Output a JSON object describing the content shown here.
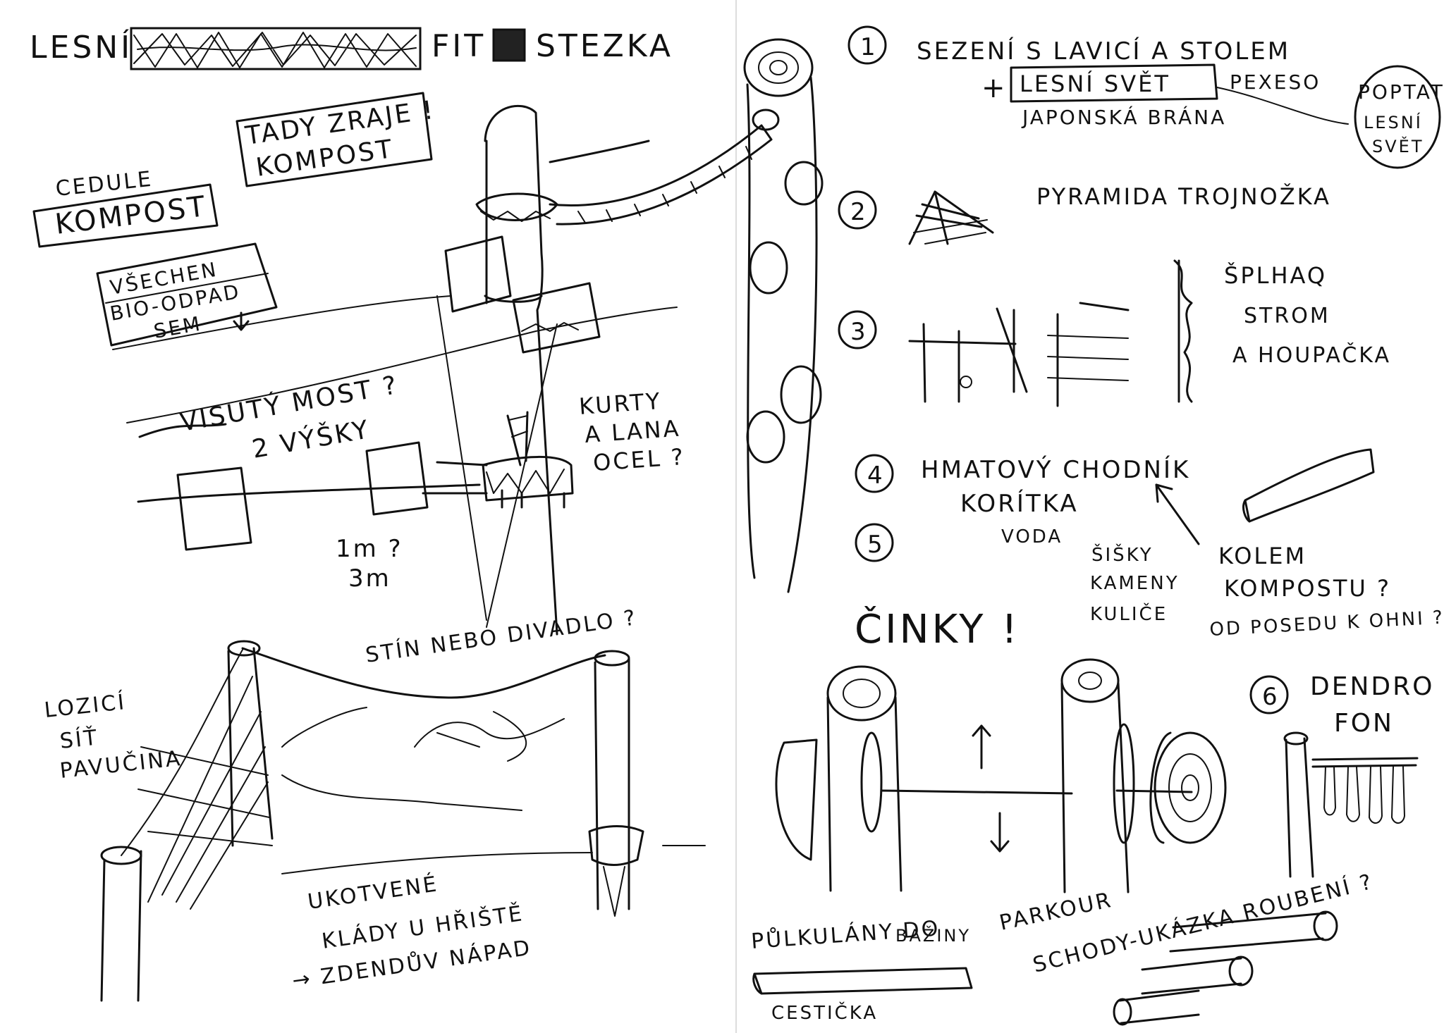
{
  "title": {
    "word1": "LESNÍ",
    "word2": "FIT",
    "word3": "STEZKA"
  },
  "left_page": {
    "sign_bubble": [
      "TADY ZRAJE !",
      "KOMPOST"
    ],
    "cedule": [
      "CEDULE",
      "KOMPOST"
    ],
    "bio_sign": [
      "VŠECHEN",
      "BIO-ODPAD",
      "SEM"
    ],
    "bridge": [
      "VISUTÝ MOST ?",
      "2 VÝŠKY"
    ],
    "kurty": [
      "KURTY",
      "A LANA",
      "OCEL ?"
    ],
    "dims": [
      "1m ?",
      "3m"
    ],
    "shade": "STÍN NEBO DIVADLO ?",
    "net": [
      "LOZICÍ",
      "SÍŤ",
      "PAVUČINA"
    ],
    "anchored": [
      "UKOTVENÉ",
      "KLÁDY U HŘIŠTĚ",
      "→ ZDENDŮV NÁPAD"
    ]
  },
  "right_page": {
    "items": [
      {
        "num": "1",
        "text": "SEZENÍ S LAVICÍ A STOLEM"
      },
      {
        "num": "2",
        "text": "PYRAMIDA TROJNOŽKA"
      },
      {
        "num": "3",
        "text": ""
      },
      {
        "num": "4",
        "text": "HMATOVÝ CHODNÍK"
      },
      {
        "num": "5",
        "text": ""
      },
      {
        "num": "6",
        "text": ""
      }
    ],
    "item1_extra": [
      "+",
      "LESNÍ SVĚT",
      "PEXESO",
      "JAPONSKÁ BRÁNA"
    ],
    "poptat": [
      "POPTAT",
      "LESNÍ",
      "SVĚT"
    ],
    "climb": [
      "ŠPLHAQ",
      "STROM",
      "A HOUPAČKA"
    ],
    "koritka": "KORÍTKA",
    "voda": "VODA",
    "materials": [
      "ŠIŠKY",
      "KAMENY",
      "KULIČE"
    ],
    "kolem": [
      "KOLEM",
      "KOMPOSTU ?",
      "OD POSEDU K OHNI ?"
    ],
    "cinky": "ČINKY !",
    "dendrofon": [
      "DENDRO",
      "FON"
    ],
    "pulkulany": [
      "PŮLKULÁNY DO",
      "BAŽINY"
    ],
    "cesticka": "CESTIČKA",
    "parkour": "PARKOUR",
    "schody": "SCHODY-UKÁZKA ROUBENÍ ?"
  }
}
